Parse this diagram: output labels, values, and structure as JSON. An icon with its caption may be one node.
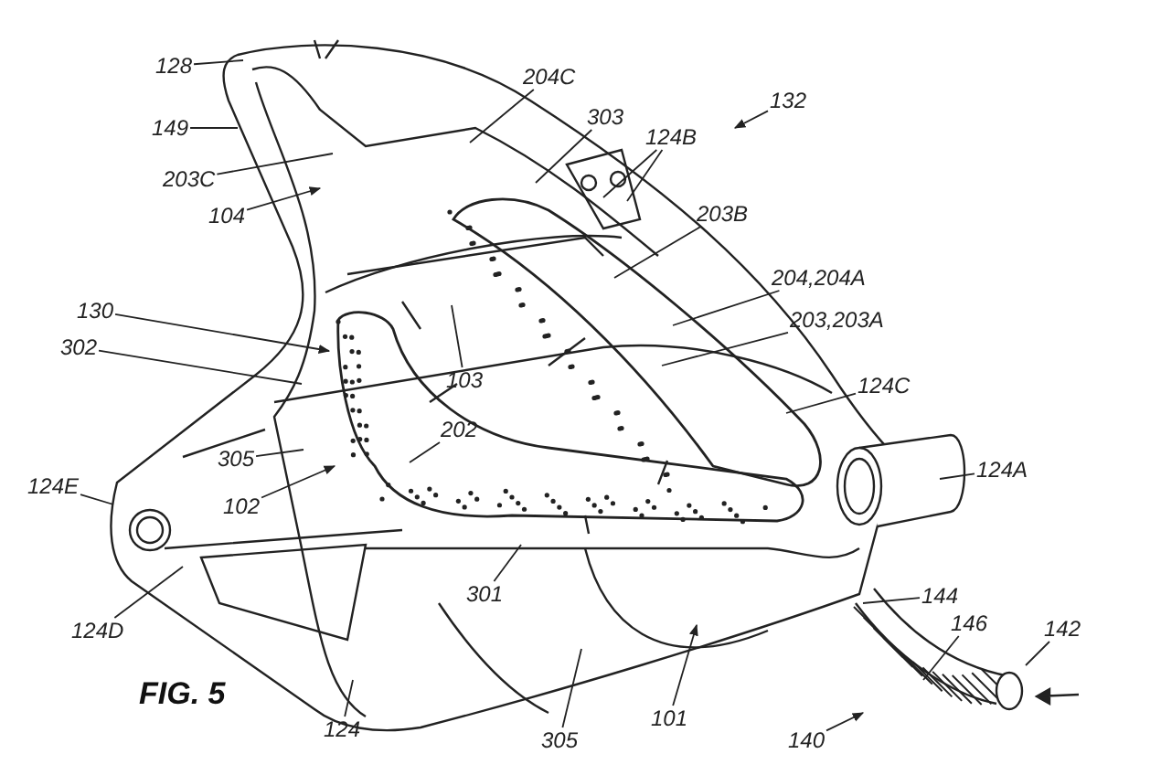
{
  "diagram": {
    "title": "FIG. 5",
    "nodes": [
      {
        "text": [
          "128"
        ]
      },
      {
        "text": [
          "204C"
        ]
      },
      {
        "text": [
          "132"
        ]
      },
      {
        "text": [
          "303"
        ]
      },
      {
        "text": [
          "149"
        ]
      },
      {
        "text": [
          "124B"
        ]
      },
      {
        "text": [
          "203C"
        ]
      },
      {
        "text": [
          "203B"
        ]
      },
      {
        "text": [
          "104"
        ]
      },
      {
        "text": [
          "204,204A"
        ]
      },
      {
        "text": [
          "130"
        ]
      },
      {
        "text": [
          "203,203A"
        ]
      },
      {
        "text": [
          "302"
        ]
      },
      {
        "text": [
          "103"
        ]
      },
      {
        "text": [
          "124C"
        ]
      },
      {
        "text": [
          "305"
        ]
      },
      {
        "text": [
          "202"
        ]
      },
      {
        "text": [
          "124E"
        ]
      },
      {
        "text": [
          "102"
        ]
      },
      {
        "text": [
          "124A"
        ]
      },
      {
        "text": [
          "301"
        ]
      },
      {
        "text": [
          "124D"
        ]
      },
      {
        "text": [
          "144"
        ]
      },
      {
        "text": [
          "146"
        ]
      },
      {
        "text": [
          "142"
        ]
      },
      {
        "text": [
          "124"
        ]
      },
      {
        "text": [
          "101"
        ]
      },
      {
        "text": [
          "305"
        ]
      },
      {
        "text": [
          "140"
        ]
      }
    ],
    "edges": [
      {
        "from": 0,
        "to": null,
        "arrow": "none"
      },
      {
        "from": 1,
        "to": null,
        "arrow": "none"
      },
      {
        "from": 2,
        "to": null,
        "arrow": "to"
      },
      {
        "from": 3,
        "to": null,
        "arrow": "none"
      },
      {
        "from": 4,
        "to": null,
        "arrow": "none"
      },
      {
        "from": 5,
        "to": null,
        "arrow": "none"
      },
      {
        "from": 5,
        "to": null,
        "arrow": "none"
      },
      {
        "from": 6,
        "to": null,
        "arrow": "none"
      },
      {
        "from": 7,
        "to": null,
        "arrow": "none"
      },
      {
        "from": 8,
        "to": null,
        "arrow": "to"
      },
      {
        "from": 9,
        "to": null,
        "arrow": "none"
      },
      {
        "from": 10,
        "to": null,
        "arrow": "to"
      },
      {
        "from": 11,
        "to": null,
        "arrow": "none"
      },
      {
        "from": 12,
        "to": null,
        "arrow": "none"
      },
      {
        "from": 13,
        "to": null,
        "arrow": "none"
      },
      {
        "from": 14,
        "to": null,
        "arrow": "none"
      },
      {
        "from": 15,
        "to": null,
        "arrow": "none"
      },
      {
        "from": 16,
        "to": null,
        "arrow": "none"
      },
      {
        "from": 17,
        "to": null,
        "arrow": "none"
      },
      {
        "from": 18,
        "to": null,
        "arrow": "to"
      },
      {
        "from": 19,
        "to": null,
        "arrow": "none"
      },
      {
        "from": 20,
        "to": null,
        "arrow": "none"
      },
      {
        "from": 21,
        "to": null,
        "arrow": "none"
      },
      {
        "from": 22,
        "to": null,
        "arrow": "none"
      },
      {
        "from": 23,
        "to": null,
        "arrow": "none"
      },
      {
        "from": 24,
        "to": null,
        "arrow": "none"
      },
      {
        "from": 25,
        "to": null,
        "arrow": "none"
      },
      {
        "from": 26,
        "to": null,
        "arrow": "to"
      },
      {
        "from": 27,
        "to": null,
        "arrow": "none"
      },
      {
        "from": 28,
        "to": null,
        "arrow": "to"
      }
    ]
  }
}
